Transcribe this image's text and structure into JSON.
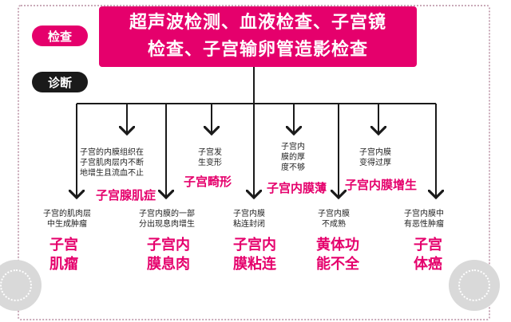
{
  "top_box": {
    "line1": "超声波检测、血液检查、子宫镜",
    "line2": "检查、子宫输卵管造影检查"
  },
  "tags": {
    "check": "检查",
    "diagnosis": "诊断"
  },
  "mid_notes": {
    "adenomyosis_desc": [
      "子宫的内膜组织在",
      "子宫肌肉层内不断",
      "地增生且流血不止"
    ],
    "malformation_desc": [
      "子宫发",
      "生变形"
    ],
    "thin_desc": [
      "子宫内",
      "膜的厚",
      "度不够"
    ],
    "hyperplasia_desc": [
      "子宫内膜",
      "变得过厚"
    ]
  },
  "mid_labels": {
    "adenomyosis": "子宫腺肌症",
    "malformation": "子宫畸形",
    "thin": "子宫内膜薄",
    "hyperplasia": "子宫内膜增生"
  },
  "bottom_notes": {
    "fibroid_desc": [
      "子宫的肌肉层",
      "中生成肿瘤"
    ],
    "polyp_desc": [
      "子宫内膜的一部",
      "分出现息肉增生"
    ],
    "adhesion_desc": [
      "子宫内膜",
      "粘连封闭"
    ],
    "luteal_desc": [
      "子宫内膜",
      "不成熟"
    ],
    "cancer_desc": [
      "子宫内膜中",
      "有恶性肿瘤"
    ]
  },
  "bottom_labels": {
    "fibroid": [
      "子宫",
      "肌瘤"
    ],
    "polyp": [
      "子宫内",
      "膜息肉"
    ],
    "adhesion": [
      "子宫内",
      "膜粘连"
    ],
    "luteal": [
      "黄体功",
      "能不全"
    ],
    "cancer": [
      "子宫",
      "体癌"
    ]
  },
  "colors": {
    "accent": "#e5006c",
    "dark": "#1a1a1a",
    "decor": "#d9d9d9"
  }
}
